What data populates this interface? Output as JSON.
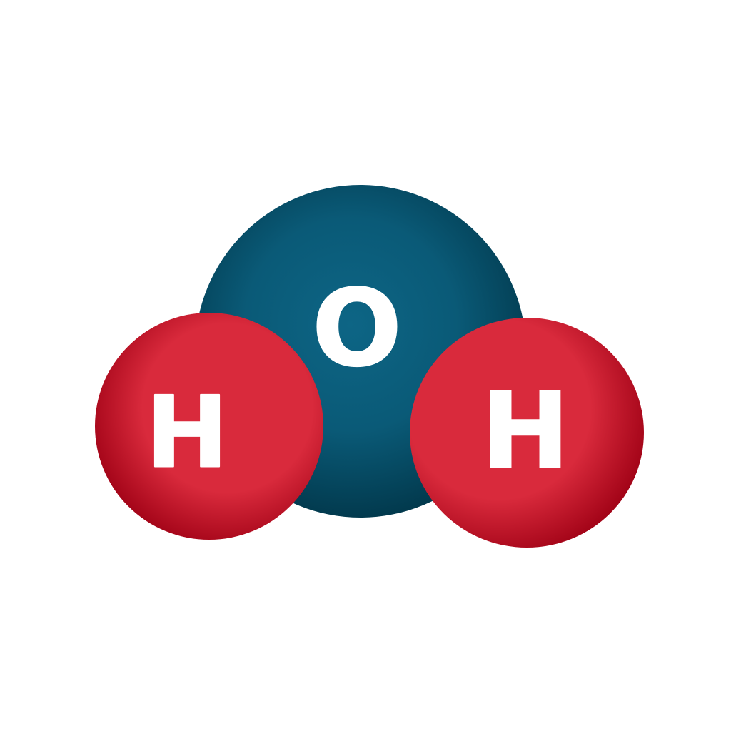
{
  "molecule": {
    "oxygen": {
      "label": "O",
      "color_light": "#0d6585",
      "color_dark": "#023a4e"
    },
    "hydrogen_left": {
      "label": "H",
      "color_light": "#d92a3c",
      "color_dark": "#a30418"
    },
    "hydrogen_right": {
      "label": "H",
      "color_light": "#d92a3c",
      "color_dark": "#a30418"
    }
  }
}
